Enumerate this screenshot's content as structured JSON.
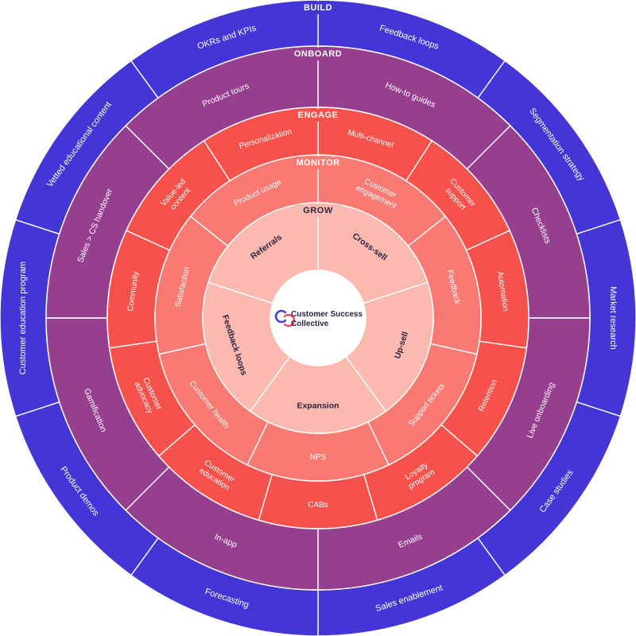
{
  "center": {
    "logo_line1": "Customer Success",
    "logo_line2": "Collective",
    "logo_colors": [
      "#4b3ed4",
      "#e9506a"
    ]
  },
  "rings": [
    {
      "key": "build",
      "title": "BUILD",
      "color": "#4436d6",
      "text_color": "#ffffff",
      "segments": [
        {
          "label": [
            "Feedback loops"
          ]
        },
        {
          "label": [
            "Segmentation strategy"
          ]
        },
        {
          "label": [
            "Market research"
          ]
        },
        {
          "label": [
            "Case studies"
          ]
        },
        {
          "label": [
            "Sales enablement"
          ]
        },
        {
          "label": [
            "Forecasting"
          ]
        },
        {
          "label": [
            "Product demos"
          ]
        },
        {
          "label": [
            "Customer education program"
          ]
        },
        {
          "label": [
            "Vetted educational content"
          ]
        },
        {
          "label": [
            "OKRs and KPIs"
          ]
        }
      ]
    },
    {
      "key": "onboard",
      "title": "ONBOARD",
      "color": "#963f8e",
      "text_color": "#ffffff",
      "segments": [
        {
          "label": [
            "How-to guides"
          ]
        },
        {
          "label": [
            "Checklists"
          ]
        },
        {
          "label": [
            "Live onboarding"
          ]
        },
        {
          "label": [
            "Emails"
          ]
        },
        {
          "label": [
            "In-app"
          ]
        },
        {
          "label": [
            "Gamification"
          ]
        },
        {
          "label": [
            "Sales > CS handover"
          ]
        },
        {
          "label": [
            "Product tours"
          ]
        }
      ]
    },
    {
      "key": "engage",
      "title": "ENGAGE",
      "color": "#f7514b",
      "text_color": "#ffffff",
      "segments": [
        {
          "label": [
            "Multi-channel"
          ]
        },
        {
          "label": [
            "Customer",
            "support"
          ]
        },
        {
          "label": [
            "Automation"
          ]
        },
        {
          "label": [
            "Retention"
          ]
        },
        {
          "label": [
            "Loyalty",
            "program"
          ]
        },
        {
          "label": [
            "CABs"
          ]
        },
        {
          "label": [
            "Customer",
            "education"
          ]
        },
        {
          "label": [
            "Customer",
            "advocacy"
          ]
        },
        {
          "label": [
            "Community"
          ]
        },
        {
          "label": [
            "Value-led",
            "content"
          ]
        },
        {
          "label": [
            "Personalization"
          ]
        }
      ]
    },
    {
      "key": "monitor",
      "title": "MONITOR",
      "color": "#f97a72",
      "text_color": "#ffffff",
      "segments": [
        {
          "label": [
            "Customer",
            "engagement"
          ]
        },
        {
          "label": [
            "Feedback"
          ]
        },
        {
          "label": [
            "Support tickets"
          ]
        },
        {
          "label": [
            "NPS"
          ]
        },
        {
          "label": [
            "Customer health"
          ]
        },
        {
          "label": [
            "Satisfaction"
          ]
        },
        {
          "label": [
            "Product usage"
          ]
        }
      ]
    },
    {
      "key": "grow",
      "title": "GROW",
      "color": "#fbb9b0",
      "text_color": "#2a2340",
      "segments": [
        {
          "label": [
            "Cross-sell"
          ]
        },
        {
          "label": [
            "Up-sell"
          ]
        },
        {
          "label": [
            "Expansion"
          ]
        },
        {
          "label": [
            "Feedback loops"
          ]
        },
        {
          "label": [
            "Referrals"
          ]
        }
      ]
    }
  ]
}
